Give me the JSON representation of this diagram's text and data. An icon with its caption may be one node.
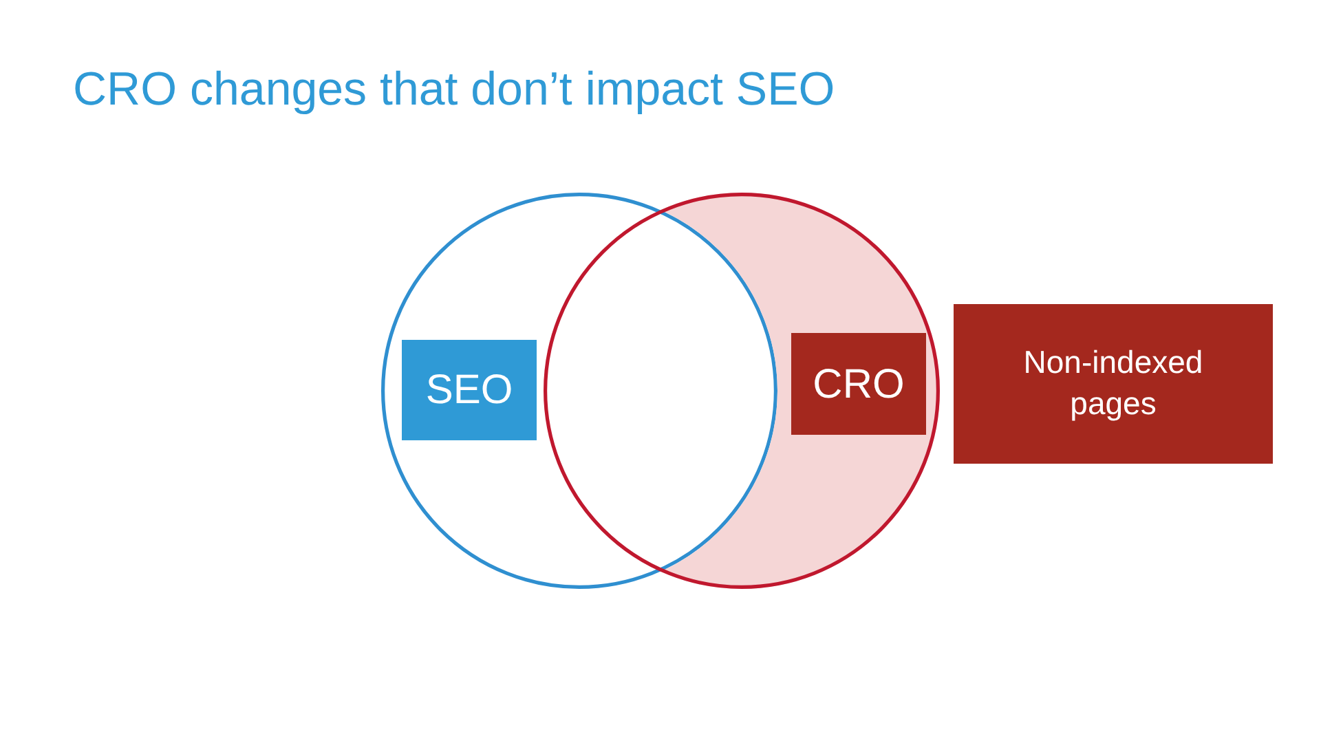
{
  "diagram": {
    "title": "CRO changes that don’t impact SEO",
    "nodes": [
      {
        "text": [],
        "shape": "circle"
      },
      {
        "text": [
          "SEO"
        ],
        "in": 0
      },
      {
        "text": [],
        "shape": "circle"
      },
      {
        "text": [
          "CRO"
        ],
        "in": 2
      },
      {
        "text": [
          "Non-indexed pages"
        ]
      }
    ]
  }
}
